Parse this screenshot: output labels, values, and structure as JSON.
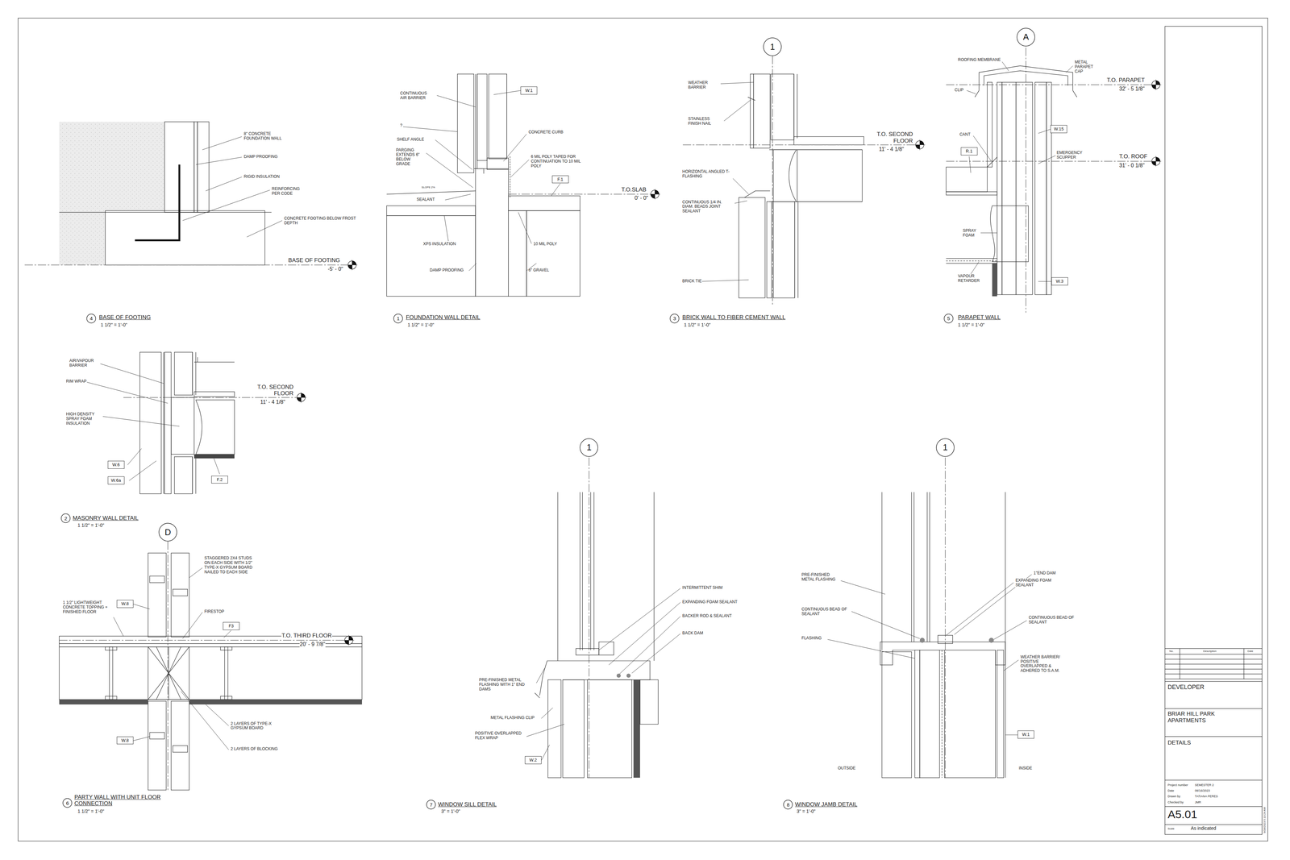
{
  "diagram": {
    "nodes": [
      {
        "text": [
          "W.1"
        ]
      },
      {
        "text": [
          "F.1"
        ]
      },
      {
        "text": [
          "4"
        ]
      },
      {
        "text": [
          "1"
        ]
      },
      {
        "text": [
          "1"
        ]
      },
      {
        "text": [
          "3"
        ]
      },
      {
        "text": [
          "A"
        ]
      },
      {
        "text": [
          "W.15"
        ]
      },
      {
        "text": [
          "R.1"
        ]
      },
      {
        "text": [
          "W.3"
        ]
      },
      {
        "text": [
          "5"
        ]
      },
      {
        "text": [
          "W.6"
        ]
      },
      {
        "text": [
          "W.6a"
        ]
      },
      {
        "text": [
          "F.2"
        ]
      },
      {
        "text": [
          "2"
        ]
      },
      {
        "text": [
          "D"
        ]
      },
      {
        "text": [
          "W.8"
        ]
      },
      {
        "text": [
          "F3"
        ]
      },
      {
        "text": [
          "W.8"
        ]
      },
      {
        "text": [
          "6"
        ]
      },
      {
        "text": [
          "1"
        ]
      },
      {
        "text": [
          "W.2"
        ]
      },
      {
        "text": [
          "7"
        ]
      },
      {
        "text": [
          "1"
        ]
      },
      {
        "text": [
          "W.1"
        ]
      },
      {
        "text": [
          "8"
        ]
      }
    ],
    "labels": [
      "8\" CONCRETE FOUNDATION WALL",
      "DAMP PROOFING",
      "RIGID INSULATION",
      "REINFORCING PER CODE",
      "CONCRETE FOOTING BELOW FROST DEPTH",
      "BASE OF FOOTING",
      "-5' - 0\"",
      "BASE OF FOOTING",
      "1 1/2\" = 1'-0\"",
      "CONTINUOUS AIR BARRIER",
      "?",
      "SHELF ANGLE",
      "PARGING EXTENDS 6\" BELOW GRADE",
      "CONCRETE CURB",
      "6 MIL POLY TAPED FOR CONTINUATION TO 10 MIL POLY",
      "SLOPE 2%",
      "SEALANT",
      "T.O.SLAB",
      "0' - 0\"",
      "XPS INSULATION",
      "10 MIL POLY",
      "DAMP PROOFING",
      "6\" GRAVEL",
      "FOUNDATION WALL DETAIL",
      "1 1/2\" = 1'-0\"",
      "WEATHER BARRIER",
      "STAINLESS FINISH NAIL",
      "T.O. SECOND FLOOR",
      "11' - 4 1/8\"",
      "HORIZONTAL ANGLED T-FLASHING",
      "CONTINUOUS 1/4 IN. DIAM. BEADS JOINT SEALANT",
      "BRICK TIE",
      "BRICK WALL TO FIBER CEMENT WALL",
      "1 1/2\" = 1'-0\"",
      "ROOFING MEMBRANE",
      "METAL PARAPET CAP",
      "CLIP",
      "T.O. PARAPET",
      "32' - 5 1/8\"",
      "CANT",
      "EMERGENCY SCUPPER",
      "T.O. ROOF",
      "31' - 0 1/8\"",
      "SPRAY FOAM",
      "VAPOUR RETARDER",
      "PARAPET WALL",
      "1 1/2\" = 1'-0\"",
      "AIR/VAPOUR BARRIER",
      "RIM WRAP",
      "HIGH DENSITY SPRAY FOAM INSULATION",
      "T.O. SECOND FLOOR",
      "11' - 4 1/8\"",
      "MASONRY WALL DETAIL",
      "1 1/2\" = 1'-0\"",
      "STAGGERED 2X4 STUDS ON EACH SIDE WITH 1/2\" TYPE-X GYPSUM BOARD NAILED TO EACH SIDE",
      "1 1/2\" LIGHTWEIGHT CONCRETE TOPPING + FINISHED FLOOR",
      "FIRESTOP",
      "T.O. THIRD FLOOR",
      "20' - 9 7/8\"",
      "2 LAYERS OF TYPE-X GYPSUM BOARD",
      "2 LAYERS OF BLOCKING",
      "PARTY WALL WITH UNIT FLOOR CONNECTION",
      "1 1/2\" = 1'-0\"",
      "INTERMITTENT SHIM",
      "EXPANDING FOAM SEALANT",
      "BACKER ROD & SEALANT",
      "BACK DAM",
      "PRE-FINISHED METAL FLASHING WITH 1\" END DAMS",
      "METAL FLASHING CLIP",
      "POSITIVE OVERLAPPED FLEX WRAP",
      "WINDOW SILL DETAIL",
      "3\" = 1'-0\"",
      "1\"END DAM",
      "PRE-FINISHED METAL FLASHING",
      "EXPANDING FOAM SEALANT",
      "CONTINUOUS BEAD OF SEALANT",
      "CONTINUOUS BEAD OF SEALANT",
      "FLASHING",
      "WEATHER BARRIER/ POSITIVE OVERLAPPED & ADHERED TO S.A.M.",
      "OUTSIDE",
      "INSIDE",
      "WINDOW JAMB DETAIL",
      "3\" = 1'-0\"",
      "No.",
      "Description",
      "Date",
      "DEVELOPER",
      "BRIAR HILL PARK APARTMENTS",
      "DETAILS",
      "Project number",
      "SEMESTER 2",
      "Date",
      "08/16/2023",
      "Drawn by",
      "TATIANA PERES",
      "Checked by",
      "JMR",
      "A5.01",
      "Scale",
      "As indicated",
      "9/16/2023 5:13:24 AM"
    ]
  }
}
